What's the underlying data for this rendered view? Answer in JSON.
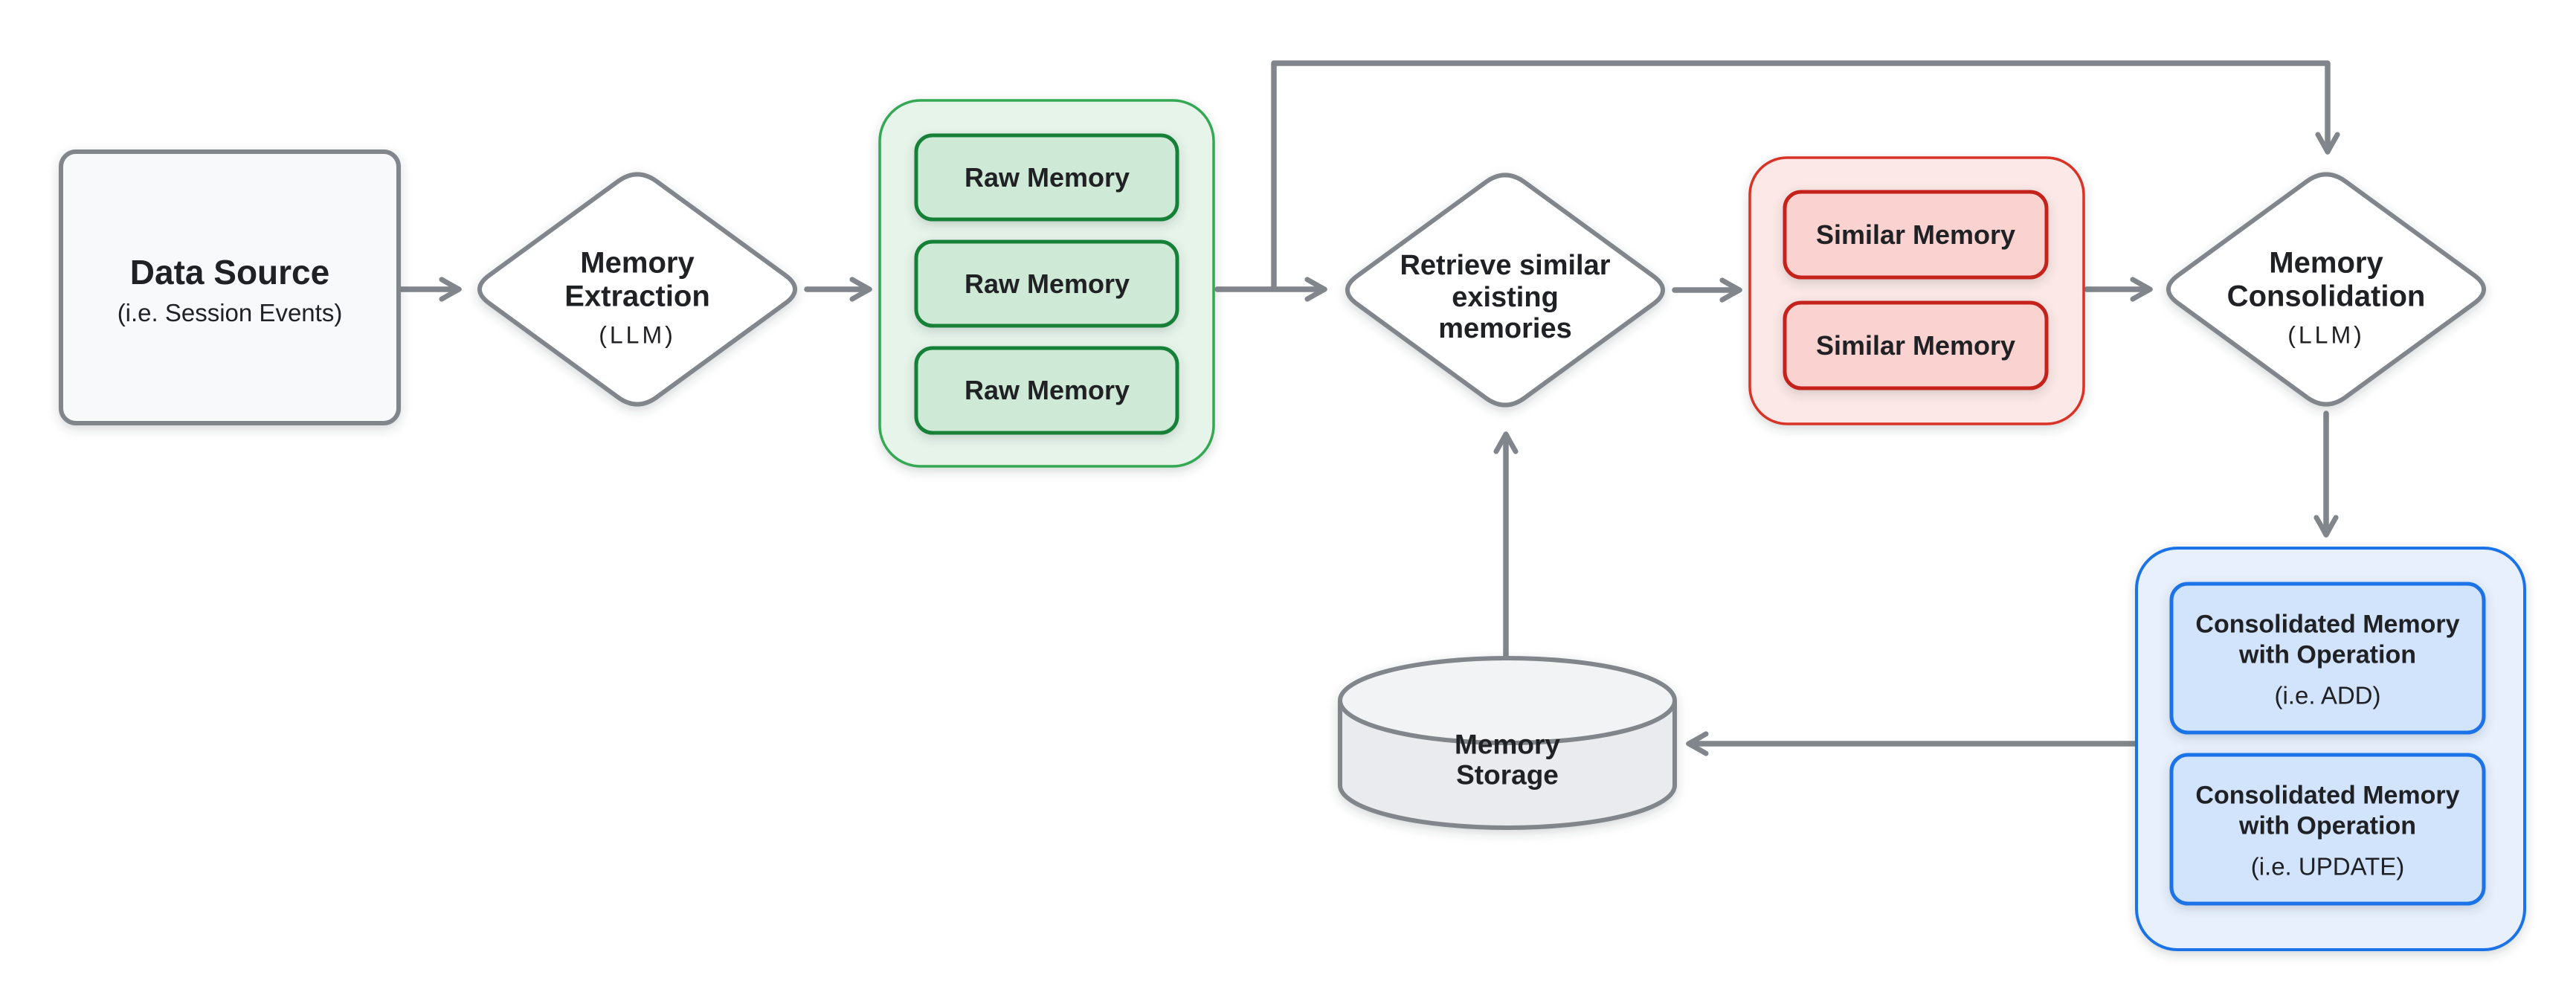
{
  "diagram": {
    "palette": {
      "background": "#ffffff",
      "text": "#202124",
      "arrow": "#80868b",
      "neutral_border": "#80868b",
      "neutral_fill": "#f8f9fa",
      "diamond_fill": "#ffffff",
      "cylinder_body_fill": "#e9ebee",
      "cylinder_top_fill": "#f1f3f4",
      "green_group_fill": "#e6f4ea",
      "green_group_border": "#34a853",
      "green_item_fill": "#ceead6",
      "green_item_border": "#188038",
      "red_group_fill": "#fce8e6",
      "red_group_border": "#d93025",
      "red_item_fill": "#fad2cf",
      "red_item_border": "#c5221f",
      "blue_group_fill": "#e8f0fe",
      "blue_group_border": "#1a73e8",
      "blue_item_fill": "#d2e3fc",
      "blue_item_border": "#1a73e8"
    },
    "nodes": {
      "data_source": {
        "title": "Data Source",
        "subtitle": "(i.e. Session Events)"
      },
      "memory_extraction": {
        "lines": [
          "Memory",
          "Extraction"
        ],
        "subtitle": "(LLM)"
      },
      "raw_memories": {
        "items": [
          "Raw Memory",
          "Raw Memory",
          "Raw Memory"
        ]
      },
      "retrieve_memories": {
        "lines": [
          "Retrieve similar",
          "existing",
          "memories"
        ]
      },
      "similar_memories": {
        "items": [
          "Similar Memory",
          "Similar Memory"
        ]
      },
      "memory_consolidation": {
        "lines": [
          "Memory",
          "Consolidation"
        ],
        "subtitle": "(LLM)"
      },
      "consolidated_memories": {
        "items": [
          {
            "lines": [
              "Consolidated Memory",
              "with Operation"
            ],
            "subtitle": "(i.e. ADD)"
          },
          {
            "lines": [
              "Consolidated Memory",
              "with Operation"
            ],
            "subtitle": "(i.e. UPDATE)"
          }
        ]
      },
      "memory_storage": {
        "lines": [
          "Memory",
          "Storage"
        ]
      }
    }
  }
}
